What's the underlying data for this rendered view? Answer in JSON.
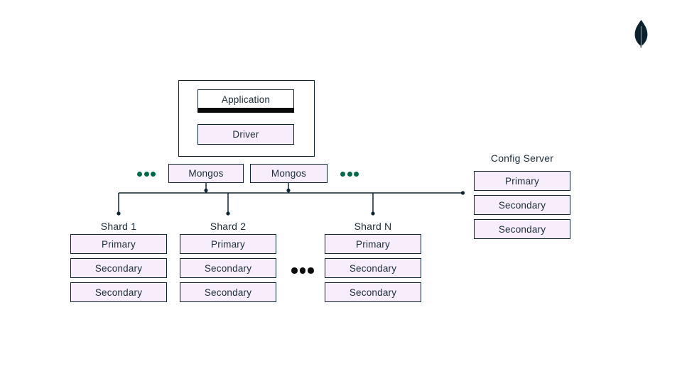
{
  "colors": {
    "ink": "#0B2430",
    "node_border": "#0B2430",
    "node_fill": "#F7EDFB",
    "application_fill": "#FFFFFF",
    "green_ellipsis": "#00684A",
    "black_ellipsis": "#0B0B0B",
    "logo_leaf": "#0C2231"
  },
  "app_stack": {
    "application_label": "Application",
    "driver_label": "Driver"
  },
  "routers": {
    "mongos": [
      "Mongos",
      "Mongos"
    ]
  },
  "config_server": {
    "title": "Config Server",
    "nodes": [
      "Primary",
      "Secondary",
      "Secondary"
    ]
  },
  "shards": [
    {
      "title": "Shard 1",
      "nodes": [
        "Primary",
        "Secondary",
        "Secondary"
      ]
    },
    {
      "title": "Shard 2",
      "nodes": [
        "Primary",
        "Secondary",
        "Secondary"
      ]
    },
    {
      "title": "Shard N",
      "nodes": [
        "Primary",
        "Secondary",
        "Secondary"
      ]
    }
  ],
  "icons": {
    "logo": "mongodb-leaf",
    "router_ellipsis_left": "more-mongos",
    "router_ellipsis_right": "more-mongos",
    "shard_ellipsis": "more-shards"
  }
}
